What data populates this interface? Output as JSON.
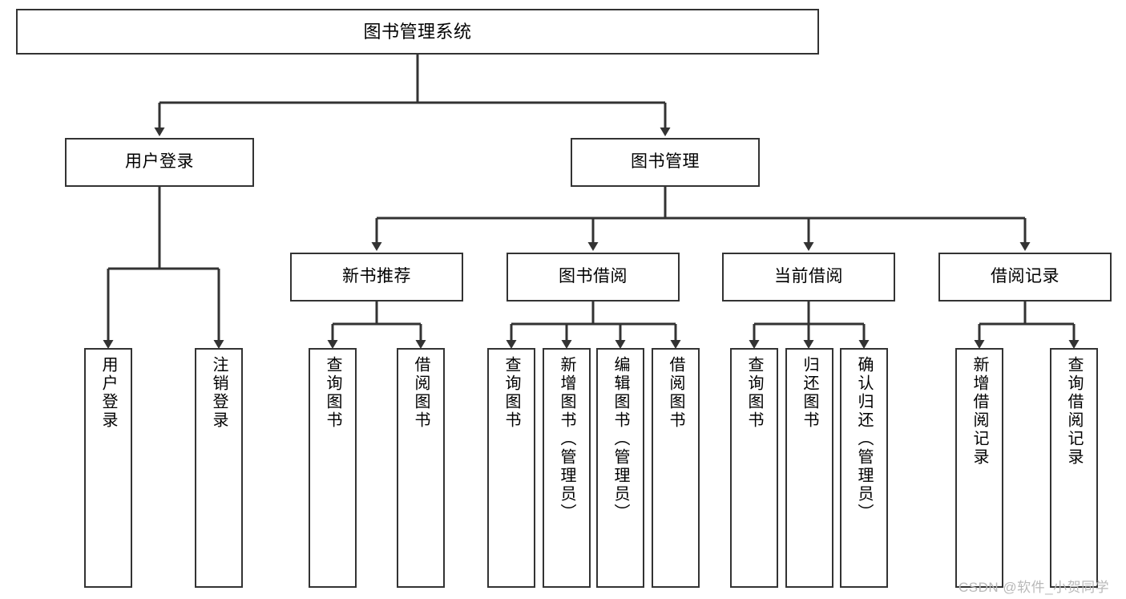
{
  "diagram": {
    "title": "图书管理系统",
    "type": "功能结构图",
    "colors": {
      "box_border": "#333333",
      "box_fill": "#ffffff",
      "connector": "#333333",
      "text": "#000000",
      "watermark": "#b9b9b9"
    },
    "root": {
      "label": "图书管理系统"
    },
    "level2": [
      {
        "id": "user-login",
        "label": "用户登录"
      },
      {
        "id": "book-manage",
        "label": "图书管理"
      }
    ],
    "level3": [
      {
        "id": "new-book-recommend",
        "label": "新书推荐"
      },
      {
        "id": "book-borrow",
        "label": "图书借阅"
      },
      {
        "id": "current-borrow",
        "label": "当前借阅"
      },
      {
        "id": "borrow-record",
        "label": "借阅记录"
      }
    ],
    "leaves": [
      {
        "id": "leaf-user-login",
        "label": "用户登录",
        "parent": "user-login"
      },
      {
        "id": "leaf-logout-login",
        "label": "注销登录",
        "parent": "user-login"
      },
      {
        "id": "leaf-query-book-1",
        "label": "查询图书",
        "parent": "new-book-recommend"
      },
      {
        "id": "leaf-borrow-book-1",
        "label": "借阅图书",
        "parent": "new-book-recommend"
      },
      {
        "id": "leaf-query-book-2",
        "label": "查询图书",
        "parent": "book-borrow"
      },
      {
        "id": "leaf-add-book",
        "label": "新增图书（管理员）",
        "parent": "book-borrow"
      },
      {
        "id": "leaf-edit-book",
        "label": "编辑图书（管理员）",
        "parent": "book-borrow"
      },
      {
        "id": "leaf-borrow-book-2",
        "label": "借阅图书",
        "parent": "book-borrow"
      },
      {
        "id": "leaf-query-book-3",
        "label": "查询图书",
        "parent": "current-borrow"
      },
      {
        "id": "leaf-return-book",
        "label": "归还图书",
        "parent": "current-borrow"
      },
      {
        "id": "leaf-confirm-return",
        "label": "确认归还（管理员）",
        "parent": "current-borrow"
      },
      {
        "id": "leaf-add-record",
        "label": "新增借阅记录",
        "parent": "borrow-record"
      },
      {
        "id": "leaf-query-record",
        "label": "查询借阅记录",
        "parent": "borrow-record"
      }
    ],
    "watermark": "CSDN @软件_小贺同学"
  }
}
